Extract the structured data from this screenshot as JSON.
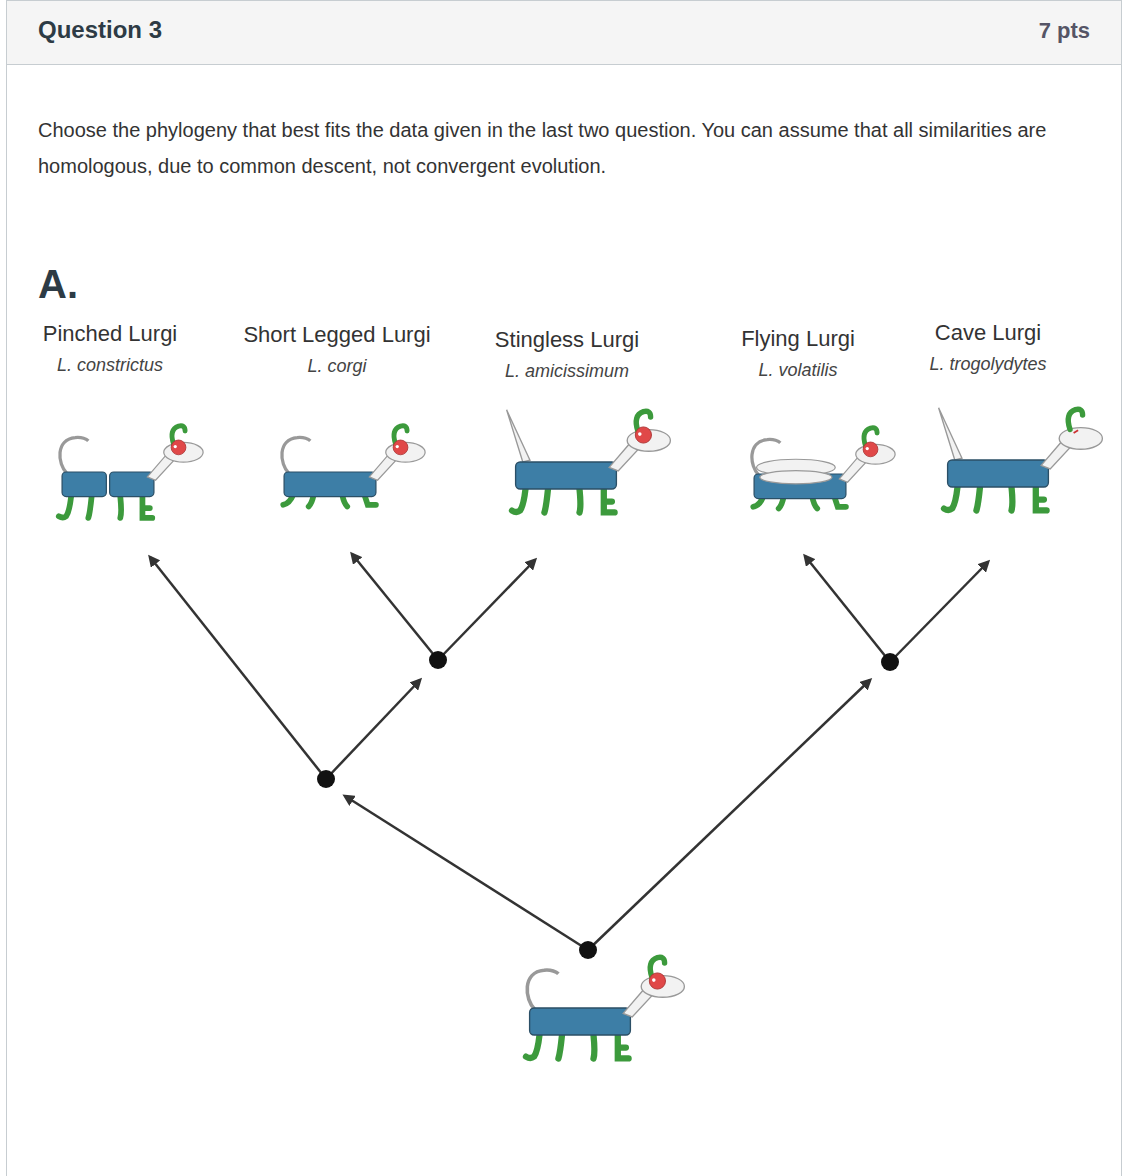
{
  "diagram": {
    "title": "Question 3",
    "labels": [
      "7 pts",
      "Choose the phylogeny that best fits the data given in the last two question.  You can assume that all similarities are homologous, due to common descent, not convergent evolution.",
      "A.",
      "Pinched Lurgi",
      "L. constrictus",
      "Short Legged Lurgi",
      "L. corgi",
      "Stingless Lurgi",
      "L. amicissimum",
      "Flying Lurgi",
      "L. volatilis",
      "Cave Lurgi",
      "L. trogolydytes"
    ]
  }
}
